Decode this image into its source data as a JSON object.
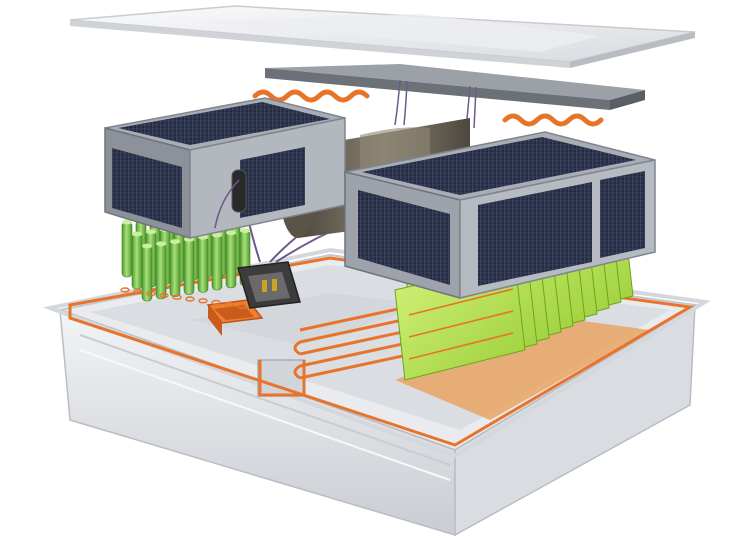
{
  "illustration": {
    "subject": "exploded-battery-pack",
    "components": [
      {
        "id": "lid",
        "icon": "lid-icon"
      },
      {
        "id": "cover-plate",
        "icon": "plate-icon"
      },
      {
        "id": "cooling-loop-top-left",
        "icon": "coil-icon"
      },
      {
        "id": "cooling-loop-top-right",
        "icon": "coil-icon"
      },
      {
        "id": "control-module-left",
        "icon": "module-icon"
      },
      {
        "id": "control-module-right",
        "icon": "module-icon"
      },
      {
        "id": "center-drum",
        "icon": "cylinder-icon"
      },
      {
        "id": "cylindrical-cell-array",
        "icon": "battery-cell-icon"
      },
      {
        "id": "pouch-cell-stack",
        "icon": "battery-cell-icon"
      },
      {
        "id": "connector-plug",
        "icon": "plug-icon"
      },
      {
        "id": "coolant-fitting",
        "icon": "fitting-icon"
      },
      {
        "id": "tray",
        "icon": "tray-icon"
      },
      {
        "id": "cooling-tube-serpentine",
        "icon": "pipe-icon"
      }
    ],
    "colors": {
      "tray": "#e4e6ea",
      "tray_shadow": "#b9bdc4",
      "lid": "#f2f3f5",
      "plate": "#7d8389",
      "module_body": "#9ea3ab",
      "module_panel": "#2b3147",
      "cells": "#7cc24a",
      "cells_dark": "#4f9a2d",
      "pouch": "#b8e05a",
      "copper": "#e8742c",
      "drum": "#6a6457",
      "connector": "#4a4a4a"
    }
  }
}
